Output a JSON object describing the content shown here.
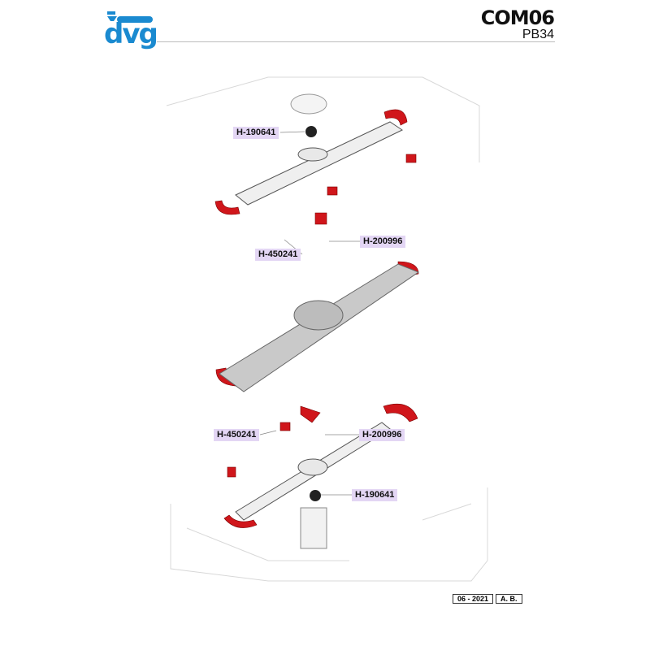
{
  "header": {
    "brand": "dvg",
    "code": "COM06",
    "subcode": "PB34"
  },
  "callouts": [
    {
      "part": "H-190641"
    },
    {
      "part": "H-200996"
    },
    {
      "part": "H-450241"
    },
    {
      "part": "H-450241"
    },
    {
      "part": "H-200996"
    },
    {
      "part": "H-190641"
    }
  ],
  "footer": {
    "date": "06 - 2021",
    "author": "A. B."
  },
  "colors": {
    "brand": "#1a8ad0",
    "accent_parts": "#d0161b",
    "callout_bg": "#e3d6f4"
  }
}
